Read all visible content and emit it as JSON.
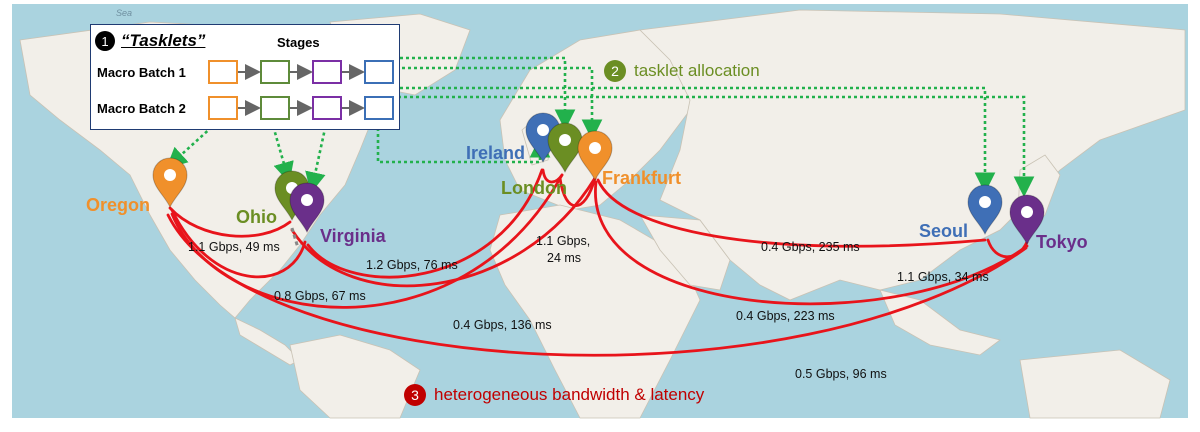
{
  "legend": {
    "step_number": "1",
    "title": "“Tasklets”",
    "stages_header": "Stages",
    "rows": [
      {
        "label": "Macro Batch 1"
      },
      {
        "label": "Macro Batch 2"
      }
    ]
  },
  "steps": [
    {
      "number": "2",
      "label": "tasklet allocation",
      "color": "#6b8e23"
    },
    {
      "number": "3",
      "label": "heterogeneous bandwidth & latency",
      "color": "#c00000"
    }
  ],
  "cities": {
    "oregon": {
      "name": "Oregon",
      "color": "#f0902b"
    },
    "ohio": {
      "name": "Ohio",
      "color": "#6b8e23"
    },
    "virginia": {
      "name": "Virginia",
      "color": "#6a2f8a"
    },
    "ireland": {
      "name": "Ireland",
      "color": "#3f6fb6"
    },
    "london": {
      "name": "London",
      "color": "#6b8e23"
    },
    "frankfurt": {
      "name": "Frankfurt",
      "color": "#f0902b"
    },
    "seoul": {
      "name": "Seoul",
      "color": "#3f6fb6"
    },
    "tokyo": {
      "name": "Tokyo",
      "color": "#6a2f8a"
    }
  },
  "links": [
    {
      "label": "1.1 Gbps, 49 ms"
    },
    {
      "label": "0.8 Gbps, 67 ms"
    },
    {
      "label": "1.2 Gbps, 76 ms"
    },
    {
      "label": "1.1 Gbps,"
    },
    {
      "label": "24 ms"
    },
    {
      "label": "0.4 Gbps, 136 ms"
    },
    {
      "label": "0.4 Gbps, 235 ms"
    },
    {
      "label": "1.1 Gbps, 34 ms"
    },
    {
      "label": "0.4 Gbps, 223 ms"
    },
    {
      "label": "0.5 Gbps, 96 ms"
    }
  ],
  "map": {
    "sea_label": "Sea",
    "ocean_color": "#aad3df",
    "land_color": "#f2efe9"
  },
  "colors": {
    "stage_orange": "#f0902b",
    "stage_green": "#5e8b3a",
    "stage_purple": "#7b2fa5",
    "stage_blue": "#3b6fb6",
    "allocation_arrow": "#22b14c",
    "link_red": "#e8141b"
  }
}
